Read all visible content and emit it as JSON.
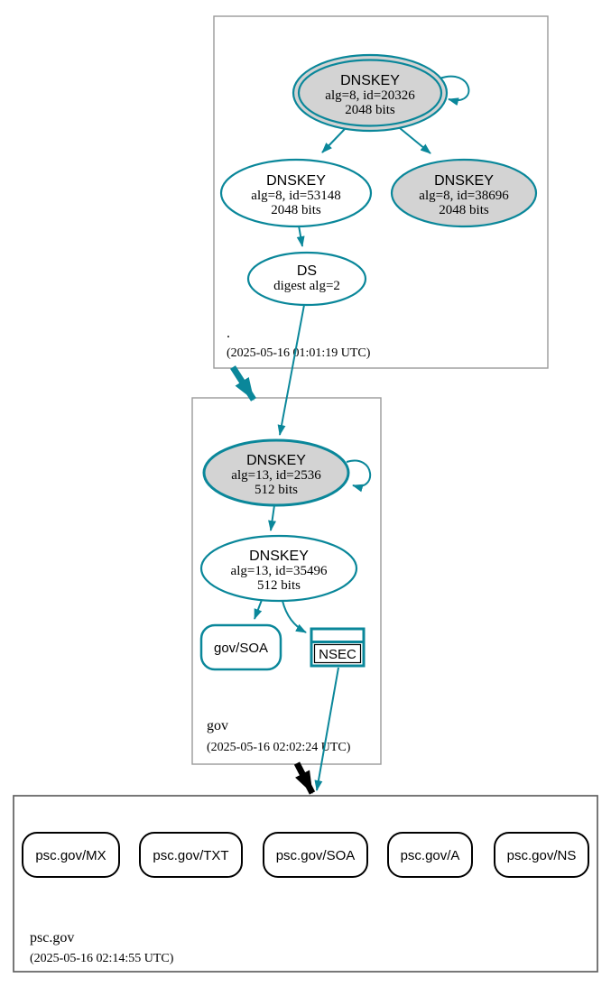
{
  "colors": {
    "secure_teal": "#0a879a",
    "insecure_black": "#000000",
    "ksk_fill_gray": "#d3d3d3",
    "node_fill_white": "#ffffff",
    "zone_box_border": "#9a9a9a"
  },
  "zones": [
    {
      "label": ".",
      "timestamp": "(2025-05-16 01:01:19 UTC)",
      "nodes": {
        "ksk": {
          "title": "DNSKEY",
          "alg": "alg=8, id=20326",
          "bits": "2048 bits"
        },
        "zsk": {
          "title": "DNSKEY",
          "alg": "alg=8, id=53148",
          "bits": "2048 bits"
        },
        "ksk2": {
          "title": "DNSKEY",
          "alg": "alg=8, id=38696",
          "bits": "2048 bits"
        },
        "ds": {
          "title": "DS",
          "digest": "digest alg=2"
        }
      }
    },
    {
      "label": "gov",
      "timestamp": "(2025-05-16 02:02:24 UTC)",
      "nodes": {
        "ksk": {
          "title": "DNSKEY",
          "alg": "alg=13, id=2536",
          "bits": "512 bits"
        },
        "zsk": {
          "title": "DNSKEY",
          "alg": "alg=13, id=35496",
          "bits": "512 bits"
        },
        "soa": {
          "label": "gov/SOA"
        },
        "nsec": {
          "label": "NSEC"
        }
      }
    },
    {
      "label": "psc.gov",
      "timestamp": "(2025-05-16 02:14:55 UTC)",
      "rrsets": [
        "psc.gov/MX",
        "psc.gov/TXT",
        "psc.gov/SOA",
        "psc.gov/A",
        "psc.gov/NS"
      ]
    }
  ]
}
